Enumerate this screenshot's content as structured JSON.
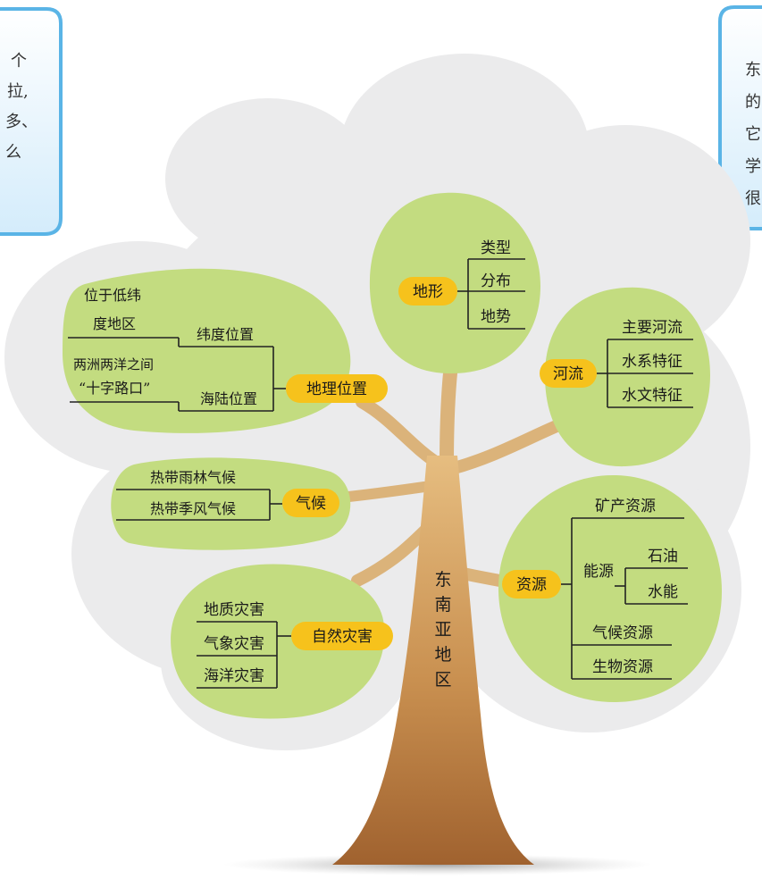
{
  "notes": {
    "left": {
      "lines": [
        "个",
        "拉,",
        "多、",
        "么"
      ]
    },
    "right": {
      "lines": [
        "东",
        "的",
        "它",
        "学",
        "很"
      ]
    }
  },
  "tree": {
    "trunk_label": [
      "东",
      "南",
      "亚",
      "地",
      "区"
    ],
    "topography": {
      "tag": "地形",
      "items": [
        "类型",
        "分布",
        "地势"
      ]
    },
    "rivers": {
      "tag": "河流",
      "items": [
        "主要河流",
        "水系特征",
        "水文特征"
      ]
    },
    "location": {
      "tag": "地理位置",
      "latitude": {
        "label": "纬度位置",
        "note": [
          "位于低纬",
          "度地区"
        ]
      },
      "land_sea": {
        "label": "海陆位置",
        "note": [
          "两洲两洋之间",
          "“十字路口”"
        ]
      }
    },
    "climate": {
      "tag": "气候",
      "items": [
        "热带雨林气候",
        "热带季风气候"
      ]
    },
    "resources": {
      "tag": "资源",
      "mineral": "矿产资源",
      "energy": {
        "label": "能源",
        "items": [
          "石油",
          "水能"
        ]
      },
      "others": [
        "气候资源",
        "生物资源"
      ]
    },
    "disasters": {
      "tag": "自然灾害",
      "items": [
        "地质灾害",
        "气象灾害",
        "海洋灾害"
      ]
    }
  },
  "colors": {
    "leaf": "#c3dc80",
    "canopy_bg": "#ebebec",
    "tag": "#f6c21c",
    "trunk_top": "#e2b77a",
    "trunk_bottom": "#a8693b",
    "note_bg": "#d9eefc",
    "note_border": "#5ab4e6"
  }
}
